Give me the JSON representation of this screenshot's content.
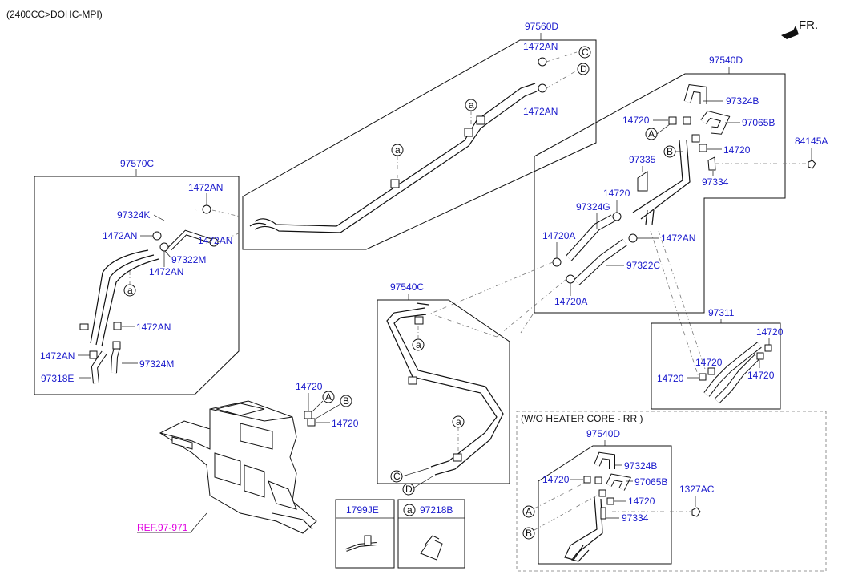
{
  "header": {
    "engine_spec": "(2400CC>DOHC-MPI)",
    "front_indicator": "FR."
  },
  "colors": {
    "part_label": "#1a1acc",
    "ref_label": "#e000e0",
    "line": "#111111"
  },
  "groups": {
    "g97560D": "97560D",
    "g97570C": "97570C",
    "g97540D": "97540D",
    "g97540C": "97540C",
    "g97311": "97311",
    "g97540D_rr": "97540D",
    "without_rr_core": "(W/O HEATER CORE - RR )"
  },
  "parts": {
    "p1472AN_a": "1472AN",
    "p1472AN_b": "1472AN",
    "p1472AN_c": "1472AN",
    "p1472AN_d": "1472AN",
    "p1472AN_e": "1472AN",
    "p1472AN_f": "1472AN",
    "p1472AN_g": "1472AN",
    "p1472AN_h": "1472AN",
    "p1472AN_i": "1472AN",
    "p97324K": "97324K",
    "p97322M": "97322M",
    "p97324M": "97324M",
    "p97318E": "97318E",
    "p97324B": "97324B",
    "p97065B": "97065B",
    "p14720_a": "14720",
    "p14720_b": "14720",
    "p14720_c": "14720",
    "p84145A": "84145A",
    "p97335": "97335",
    "p97334": "97334",
    "p97324G": "97324G",
    "p14720A_a": "14720A",
    "p14720A_b": "14720A",
    "p97322C": "97322C",
    "p14720_d": "14720",
    "p14720_e": "14720",
    "p14720_f": "14720",
    "p14720_g": "14720",
    "p14720_h": "14720",
    "p14720_i": "14720",
    "p97324B_rr": "97324B",
    "p97065B_rr": "97065B",
    "p14720_j": "14720",
    "p14720_k": "14720",
    "p97334_rr": "97334",
    "p1327AC": "1327AC",
    "ref": "REF.97-971"
  },
  "callouts": {
    "A": "A",
    "B": "B",
    "C": "C",
    "D": "D",
    "a": "a"
  },
  "legend": {
    "clip_part": "1799JE",
    "clip_a_letter": "a",
    "clip_a_part": "97218B"
  }
}
